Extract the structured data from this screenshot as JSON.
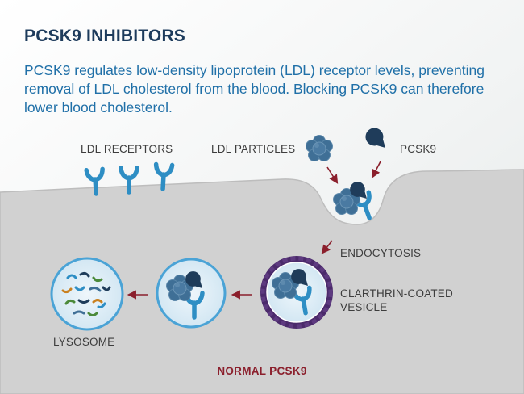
{
  "title": "PCSK9 INHIBITORS",
  "intro": "PCSK9 regulates low-density lipoprotein (LDL) receptor levels, preventing removal of LDL cholesterol from the blood. Blocking PCSK9 can therefore lower blood cholesterol.",
  "labels": {
    "ldl_receptors": "LDL RECEPTORS",
    "ldl_particles": "LDL PARTICLES",
    "pcsk9": "PCSK9",
    "endocytosis": "ENDOCYTOSIS",
    "vesicle_line1": "CLARTHRIN-COATED",
    "vesicle_line2": "VESICLE",
    "lysosome": "LYSOSOME"
  },
  "footer": "NORMAL PCSK9",
  "colors": {
    "title": "#1d3b5c",
    "intro_text": "#2070a8",
    "receptor": "#2e8ec4",
    "ldl_particle": "#3f6f96",
    "pcsk9": "#1f3c5a",
    "arrow": "#8b1f2c",
    "vesicle_coat": "#4b2a6b",
    "cell": "#d1d1d1"
  }
}
